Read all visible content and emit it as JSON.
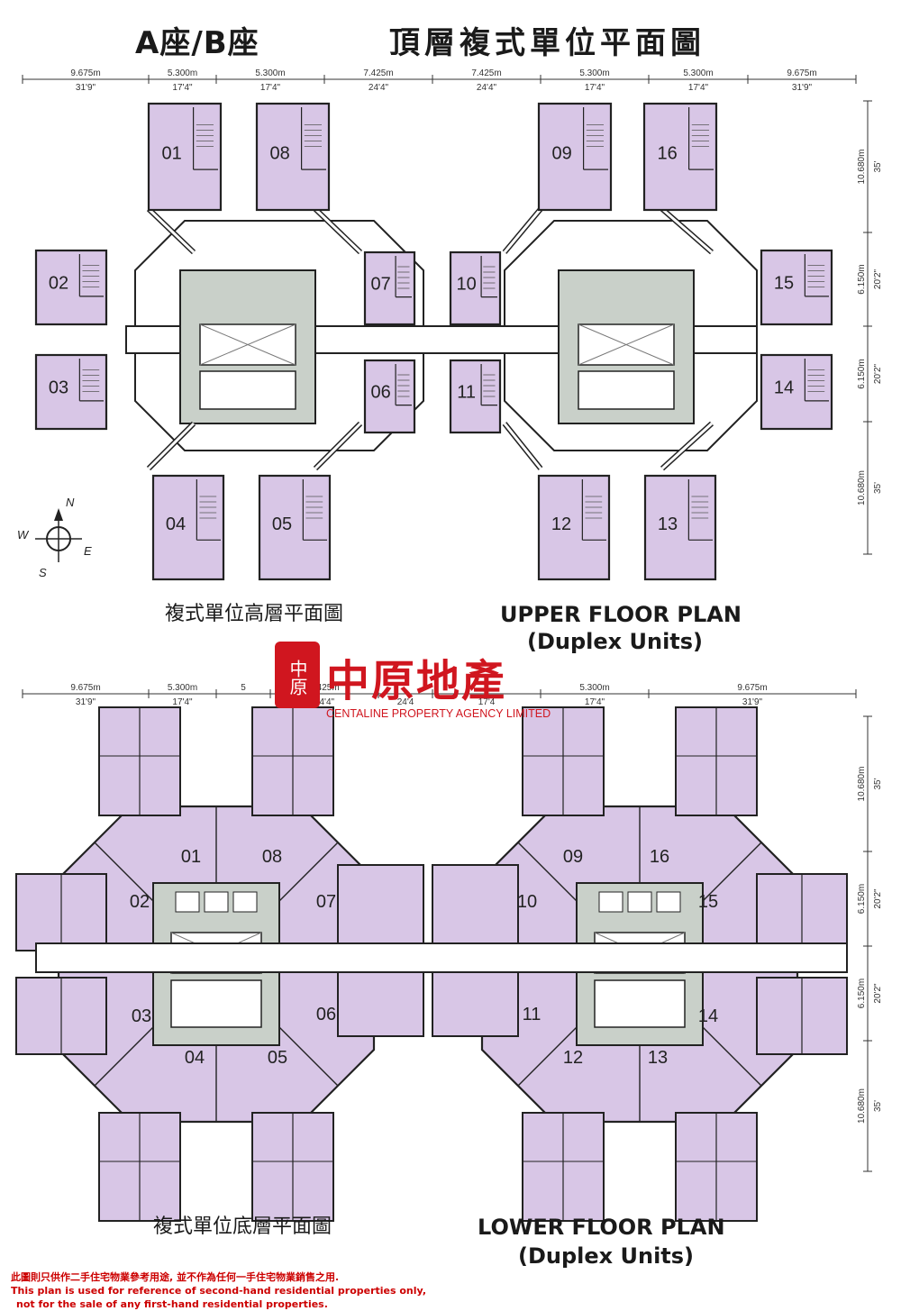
{
  "header": {
    "blocks": "A座/B座",
    "title": "頂層複式單位平面圖"
  },
  "upper_plan": {
    "label_en": "UPPER FLOOR PLAN",
    "label_en_sub": "(Duplex Units)",
    "label_cn": "複式單位高層平面圖",
    "units": [
      "01",
      "02",
      "03",
      "04",
      "05",
      "06",
      "07",
      "08",
      "09",
      "10",
      "11",
      "12",
      "13",
      "14",
      "15",
      "16"
    ],
    "top_dimensions": [
      {
        "m": "9.675m",
        "ft": "31'9\""
      },
      {
        "m": "5.300m",
        "ft": "17'4\""
      },
      {
        "m": "5.300m",
        "ft": "17'4\""
      },
      {
        "m": "7.425m",
        "ft": "24'4\""
      },
      {
        "m": "7.425m",
        "ft": "24'4\""
      },
      {
        "m": "5.300m",
        "ft": "17'4\""
      },
      {
        "m": "5.300m",
        "ft": "17'4\""
      },
      {
        "m": "9.675m",
        "ft": "31'9\""
      }
    ],
    "side_dimensions": [
      {
        "m": "10.680m",
        "ft": "35'"
      },
      {
        "m": "6.150m",
        "ft": "20'2\""
      },
      {
        "m": "6.150m",
        "ft": "20'2\""
      },
      {
        "m": "10.680m",
        "ft": "35'"
      }
    ]
  },
  "lower_plan": {
    "label_en": "LOWER FLOOR PLAN",
    "label_en_sub": "(Duplex Units)",
    "label_cn": "複式單位底層平面圖",
    "units": [
      "01",
      "02",
      "03",
      "04",
      "05",
      "06",
      "07",
      "08",
      "09",
      "10",
      "11",
      "12",
      "13",
      "14",
      "15",
      "16"
    ],
    "top_dimensions": [
      {
        "m": "9.675m",
        "ft": "31'9\""
      },
      {
        "m": "5.300m",
        "ft": "17'4\""
      },
      {
        "m": "5",
        "ft": ""
      },
      {
        "m": "7.425m",
        "ft": "24'4\""
      },
      {
        "m": "",
        "ft": "24'4"
      },
      {
        "m": "",
        "ft": "17'4"
      },
      {
        "m": "5.300m",
        "ft": "17'4\""
      },
      {
        "m": "9.675m",
        "ft": "31'9\""
      }
    ],
    "side_dimensions": [
      {
        "m": "10.680m",
        "ft": "35'"
      },
      {
        "m": "6.150m",
        "ft": "20'2\""
      },
      {
        "m": "6.150m",
        "ft": "20'2\""
      },
      {
        "m": "10.680m",
        "ft": "35'"
      }
    ]
  },
  "compass": {
    "n": "N",
    "s": "S",
    "e": "E",
    "w": "W"
  },
  "watermark": {
    "logo_cn": "中原地產",
    "logo_en": "CENTALINE PROPERTY AGENCY LIMITED",
    "seal_text": "中原"
  },
  "disclaimer": {
    "cn": "此圖則只供作二手住宅物業參考用途, 並不作為任何一手住宅物業銷售之用.",
    "en_1": "This plan is used for reference of second-hand residential properties only,",
    "en_2": "not for the sale of any first-hand residential properties."
  },
  "colors": {
    "unit_fill": "#d8c6e6",
    "corridor_fill": "#c9d0c9",
    "wall": "#222222",
    "logo_red": "#d0161f",
    "disclaimer_red": "#cc0000"
  }
}
